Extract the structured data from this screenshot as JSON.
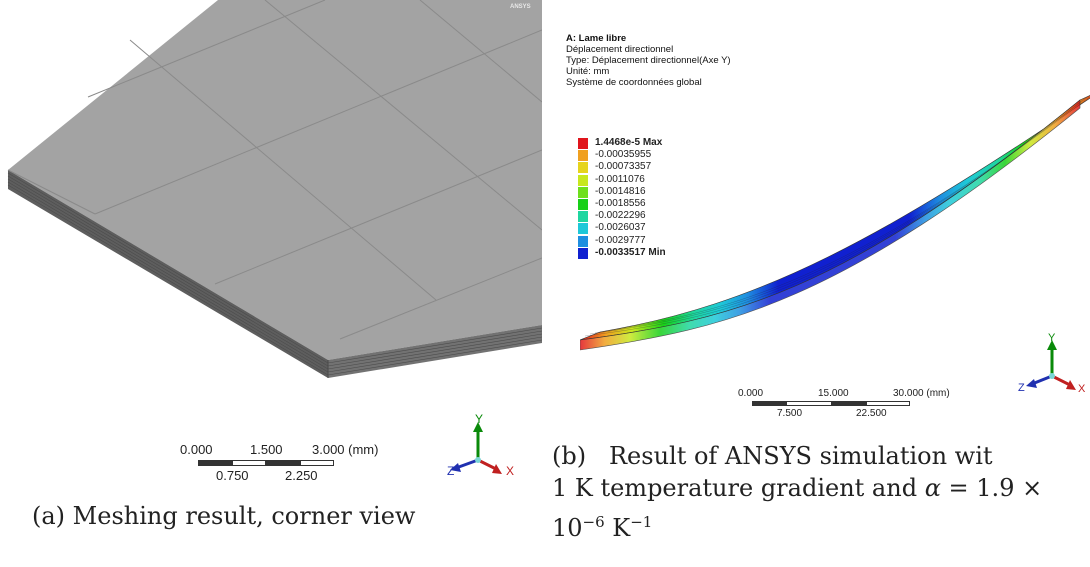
{
  "panel_a": {
    "watermark": "ANSYS",
    "scale": {
      "labels_top": [
        "0.000",
        "1.500",
        "3.000 (mm)"
      ],
      "labels_bottom": [
        "0.750",
        "2.250"
      ]
    },
    "triad": {
      "x": "X",
      "y": "Y",
      "z": "Z"
    },
    "caption": "(a) Meshing result, corner view"
  },
  "panel_b": {
    "info": {
      "title": "A: Lame libre",
      "lines": [
        "Déplacement directionnel",
        "Type: Déplacement directionnel(Axe Y)",
        "Unité: mm",
        "Système de coordonnées global"
      ]
    },
    "legend": [
      {
        "label": "1.4468e-5 Max",
        "color": "#e0151c",
        "bold": true
      },
      {
        "label": "-0.00035955",
        "color": "#f0a020",
        "bold": false
      },
      {
        "label": "-0.00073357",
        "color": "#e6d41c",
        "bold": false
      },
      {
        "label": "-0.0011076",
        "color": "#c8e81e",
        "bold": false
      },
      {
        "label": "-0.0014816",
        "color": "#6ee01c",
        "bold": false
      },
      {
        "label": "-0.0018556",
        "color": "#18d018",
        "bold": false
      },
      {
        "label": "-0.0022296",
        "color": "#1ed6a0",
        "bold": false
      },
      {
        "label": "-0.0026037",
        "color": "#1ec8d8",
        "bold": false
      },
      {
        "label": "-0.0029777",
        "color": "#1e8ee0",
        "bold": false
      },
      {
        "label": "-0.0033517 Min",
        "color": "#1020d0",
        "bold": true
      }
    ],
    "scale": {
      "labels_top": [
        "0.000",
        "15.000",
        "30.000 (mm)"
      ],
      "labels_bottom": [
        "7.500",
        "22.500"
      ]
    },
    "triad": {
      "x": "X",
      "y": "Y",
      "z": "Z"
    },
    "caption_line1": "(b)   Result of ANSYS simulation wit",
    "caption_line2_pre": "1 K temperature gradient and ",
    "caption_alpha": "α",
    "caption_line2_post": " = 1.9 ×",
    "caption_line3_base": "10",
    "caption_line3_exp": "−6",
    "caption_line3_unit": " K",
    "caption_line3_unit_exp": "−1"
  }
}
